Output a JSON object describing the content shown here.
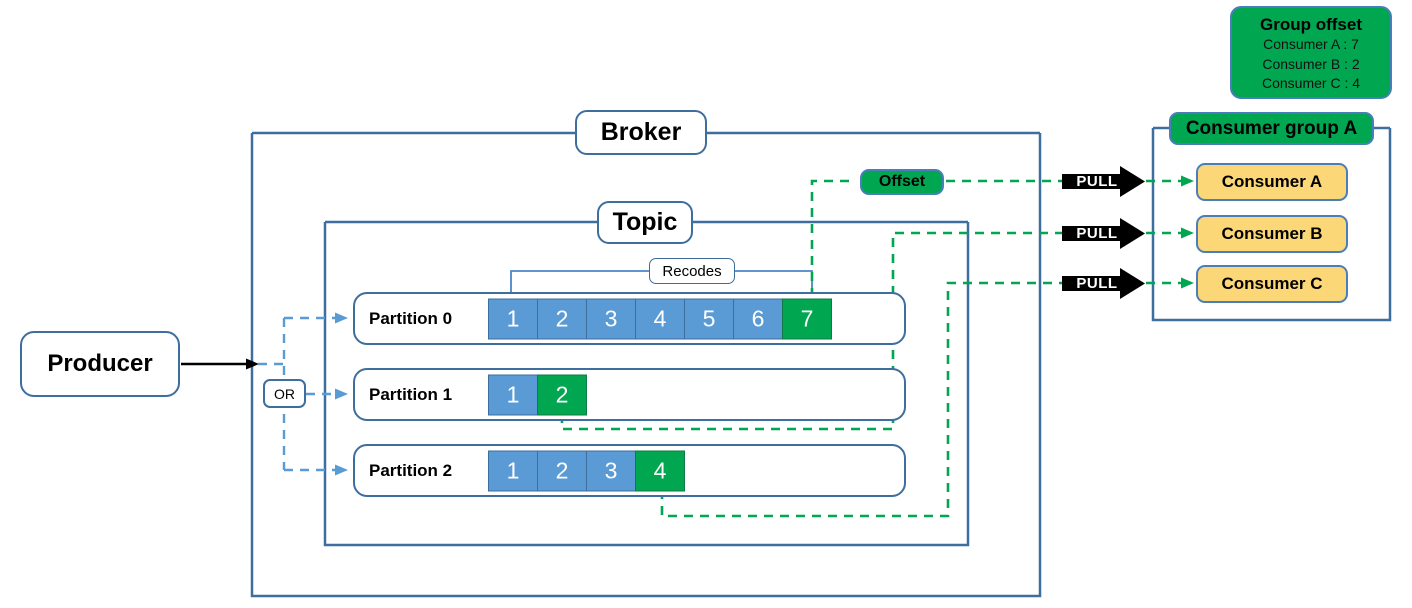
{
  "diagram": {
    "title": "Kafka broker / topic / partition / consumer group flow"
  },
  "producer": {
    "label": "Producer"
  },
  "routing": {
    "or_label": "OR"
  },
  "broker": {
    "label": "Broker"
  },
  "topic": {
    "label": "Topic",
    "records_bracket_label": "Recodes"
  },
  "partitions": [
    {
      "label": "Partition 0",
      "records": [
        {
          "value": "1",
          "state": "blue"
        },
        {
          "value": "2",
          "state": "blue"
        },
        {
          "value": "3",
          "state": "blue"
        },
        {
          "value": "4",
          "state": "blue"
        },
        {
          "value": "5",
          "state": "blue"
        },
        {
          "value": "6",
          "state": "blue"
        },
        {
          "value": "7",
          "state": "green"
        }
      ]
    },
    {
      "label": "Partition 1",
      "records": [
        {
          "value": "1",
          "state": "blue"
        },
        {
          "value": "2",
          "state": "green"
        }
      ]
    },
    {
      "label": "Partition 2",
      "records": [
        {
          "value": "1",
          "state": "blue"
        },
        {
          "value": "2",
          "state": "blue"
        },
        {
          "value": "3",
          "state": "blue"
        },
        {
          "value": "4",
          "state": "green"
        }
      ]
    }
  ],
  "offset": {
    "label": "Offset"
  },
  "pull_arrows": [
    {
      "label": "PULL"
    },
    {
      "label": "PULL"
    },
    {
      "label": "PULL"
    }
  ],
  "group_offset": {
    "title": "Group offset",
    "lines": [
      "Consumer A : 7",
      "Consumer B : 2",
      "Consumer C : 4"
    ]
  },
  "consumer_group": {
    "title": "Consumer group A",
    "consumers": [
      {
        "label": "Consumer A"
      },
      {
        "label": "Consumer B"
      },
      {
        "label": "Consumer C"
      }
    ]
  },
  "colors": {
    "blue_record": "#5B9BD5",
    "green_record": "#00A650",
    "outline_blue": "#3E6E9E",
    "consumer_yellow": "#FCD777",
    "dashed_green": "#00A650",
    "dashed_blue": "#5B9BD5",
    "pull_black": "#000000"
  }
}
